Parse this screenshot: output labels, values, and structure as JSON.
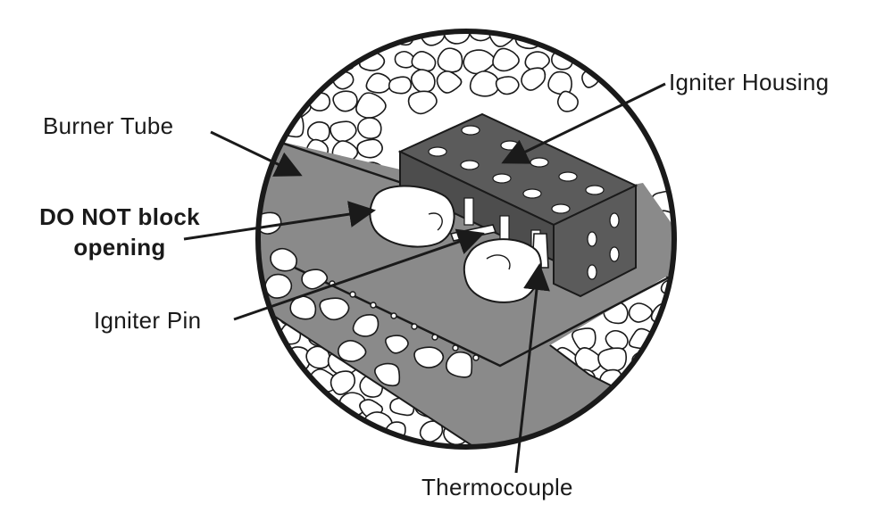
{
  "labels": {
    "burner_tube": "Burner Tube",
    "warning_line1": "DO NOT block",
    "warning_line2": "opening",
    "igniter_pin": "Igniter Pin",
    "igniter_housing": "Igniter Housing",
    "thermocouple": "Thermocouple"
  },
  "colors": {
    "outline": "#1a1a1a",
    "burner_tube": "#8a8a8a",
    "housing": "#5b5b5b",
    "background": "#ffffff"
  }
}
